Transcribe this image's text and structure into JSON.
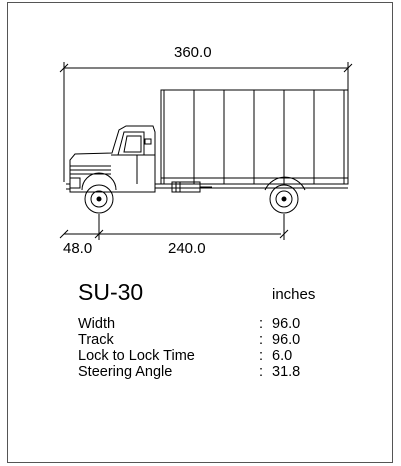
{
  "dimensions": {
    "overall_length": "360.0",
    "front_overhang": "48.0",
    "wheelbase": "240.0"
  },
  "vehicle": {
    "name": "SU-30",
    "units": "inches"
  },
  "specs": [
    {
      "label": "Width",
      "sep": ":",
      "value": "96.0"
    },
    {
      "label": "Track",
      "sep": ":",
      "value": "96.0"
    },
    {
      "label": "Lock to Lock Time",
      "sep": ":",
      "value": "6.0"
    },
    {
      "label": "Steering Angle",
      "sep": ":",
      "value": "31.8"
    }
  ]
}
